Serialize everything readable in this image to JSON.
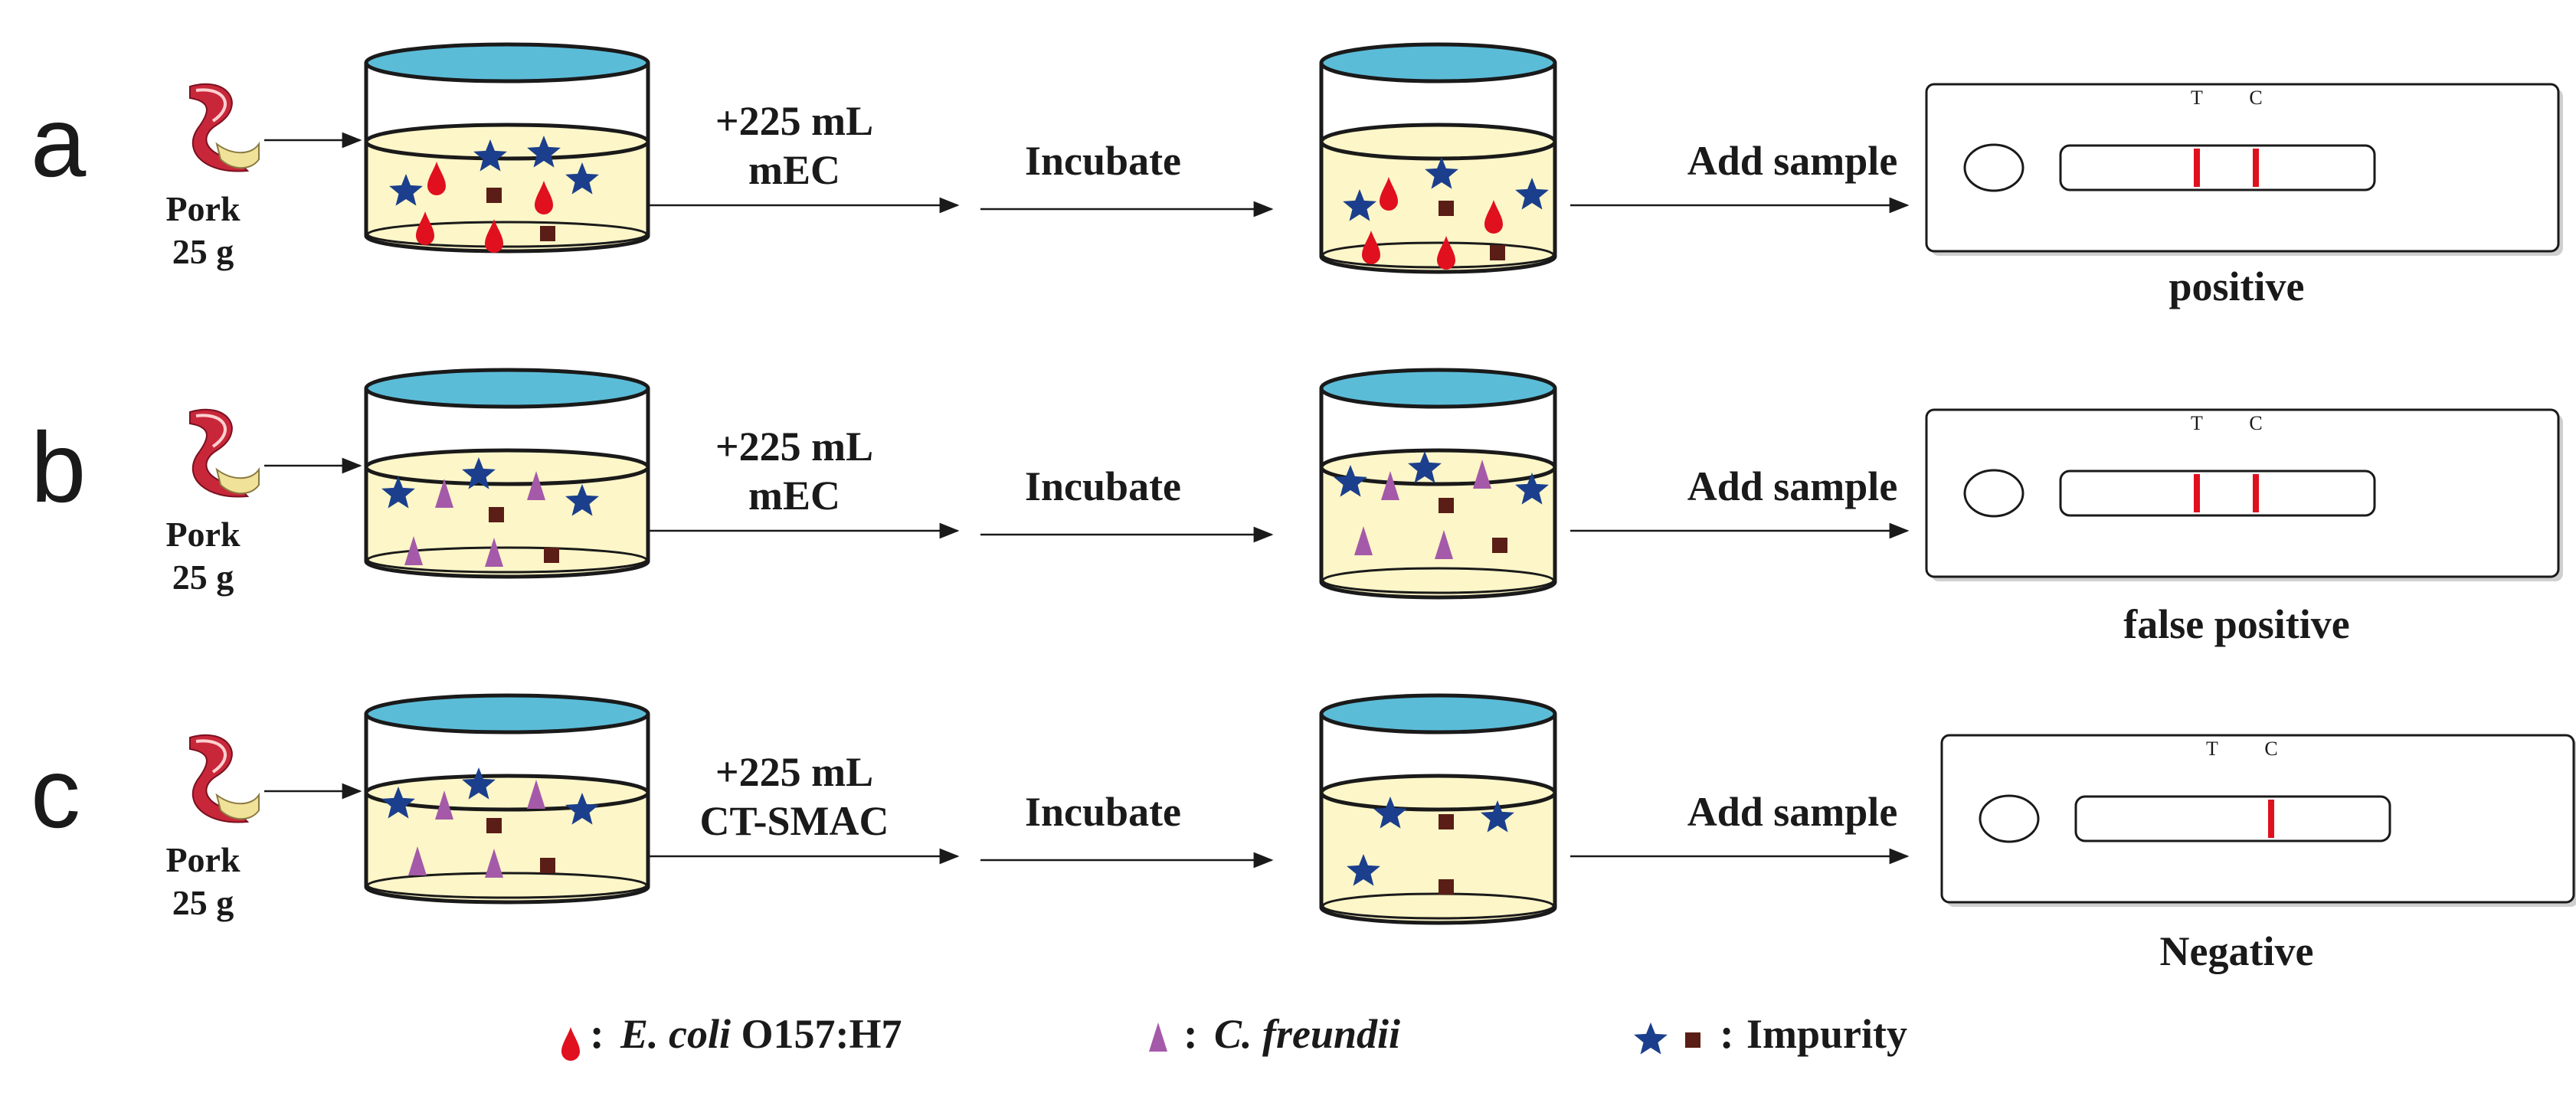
{
  "rows": [
    {
      "letter": "a",
      "pork_label": "Pork",
      "pork_weight": "25  g",
      "reagent_line1": "+225 mL",
      "reagent_line2": "mEC",
      "incubate_label": "Incubate",
      "add_sample_label": "Add sample",
      "result_label": "positive",
      "t_label": "T",
      "c_label": "C",
      "t_line_visible": true,
      "c_line_visible": true
    },
    {
      "letter": "b",
      "pork_label": "Pork",
      "pork_weight": "25  g",
      "reagent_line1": "+225 mL",
      "reagent_line2": "mEC",
      "incubate_label": "Incubate",
      "add_sample_label": "Add sample",
      "result_label": "false positive",
      "t_label": "T",
      "c_label": "C",
      "t_line_visible": true,
      "c_line_visible": true
    },
    {
      "letter": "c",
      "pork_label": "Pork",
      "pork_weight": "25  g",
      "reagent_line1": "+225 mL",
      "reagent_line2": "CT-SMAC",
      "incubate_label": "Incubate",
      "add_sample_label": "Add sample",
      "result_label": "Negative",
      "t_label": "T",
      "c_label": "C",
      "t_line_visible": false,
      "c_line_visible": true
    }
  ],
  "legend": {
    "separator": ":",
    "ecoli_species": "E. coli",
    "ecoli_strain": " O157:H7",
    "cfreundii": "C. freundii",
    "impurity": "Impurity"
  },
  "colors": {
    "lid": "#5bbcd8",
    "liquid": "#fdf6c8",
    "ecoli": "#e0101e",
    "cfreundii": "#a45aa8",
    "star": "#1b3f8c",
    "square": "#5a1e16",
    "test_line": "#e0101e"
  }
}
